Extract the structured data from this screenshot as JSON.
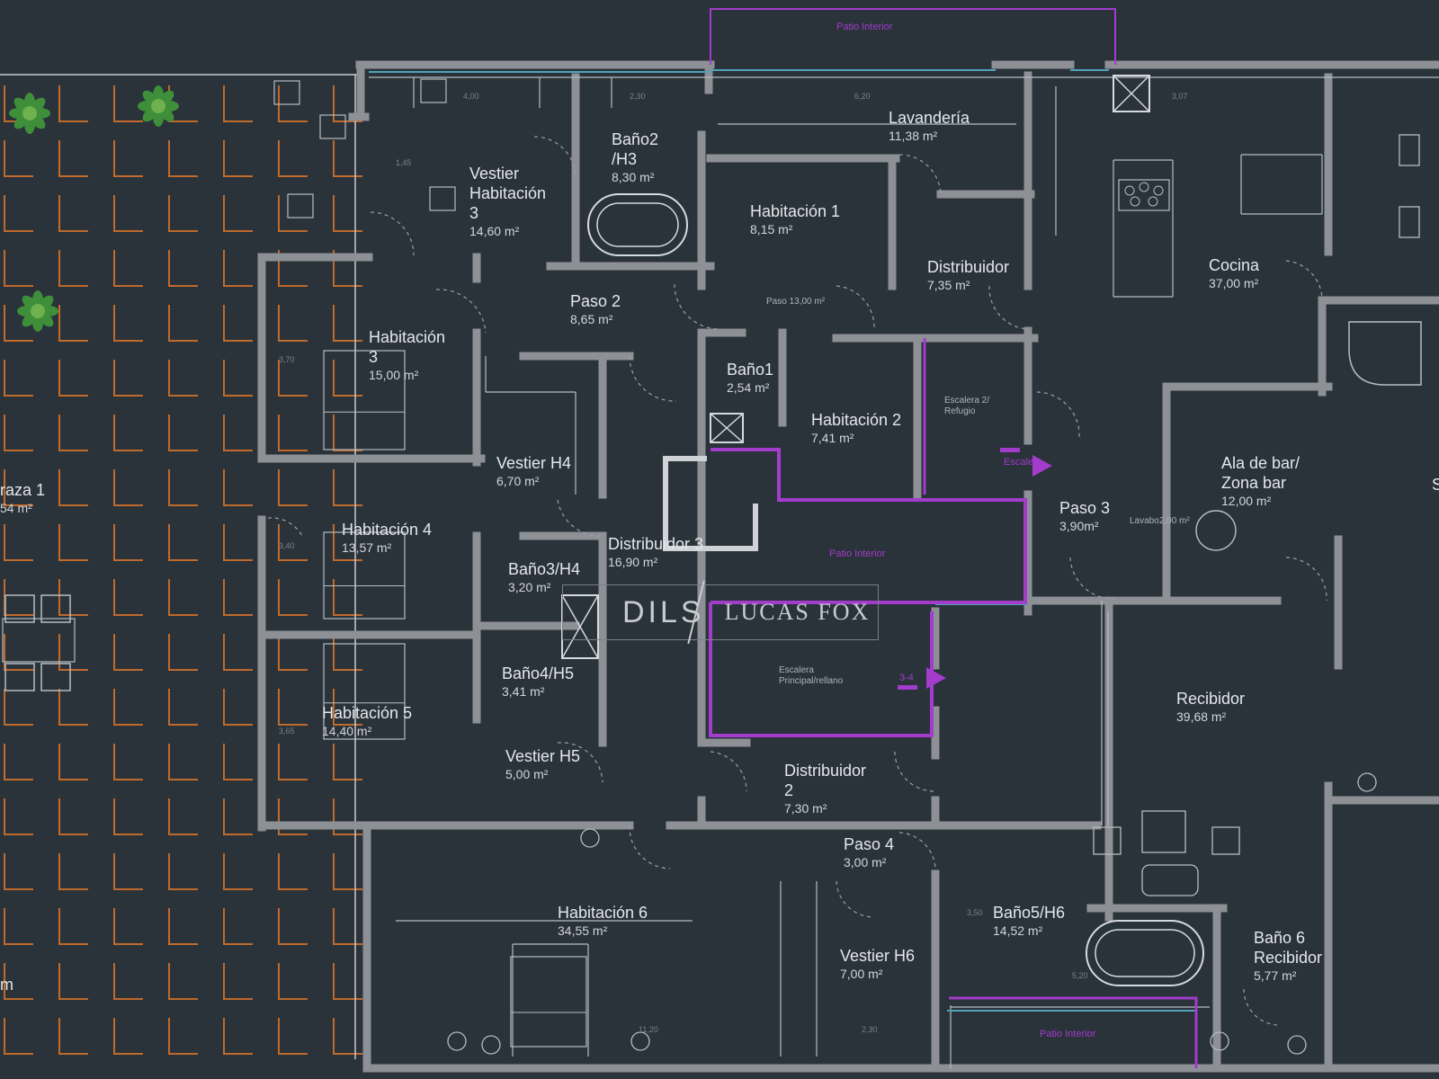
{
  "rooms": [
    {
      "id": "patio-top",
      "name": "Patio Interior",
      "area": "",
      "kind": "mag"
    },
    {
      "id": "lavanderia",
      "name": "Lavandería",
      "area": "11,38 m²"
    },
    {
      "id": "bano2",
      "name": "Baño2\n/H3",
      "area": "8,30 m²"
    },
    {
      "id": "vestier-hab3",
      "name": "Vestier\nHabitación\n3",
      "area": "14,60 m²"
    },
    {
      "id": "habitacion1",
      "name": "Habitación 1",
      "area": "8,15 m²"
    },
    {
      "id": "distribuidor1",
      "name": "Distribuidor",
      "area": "7,35 m²"
    },
    {
      "id": "cocina",
      "name": "Cocina",
      "area": "37,00 m²"
    },
    {
      "id": "paso2",
      "name": "Paso 2",
      "area": "8,65 m²"
    },
    {
      "id": "paso1",
      "name": "Paso 1",
      "area": "3,00 m²",
      "kind": "small"
    },
    {
      "id": "habitacion3",
      "name": "Habitación\n3",
      "area": "15,00 m²"
    },
    {
      "id": "bano1",
      "name": "Baño1",
      "area": "2,54 m²"
    },
    {
      "id": "habitacion2",
      "name": "Habitación 2",
      "area": "7,41 m²"
    },
    {
      "id": "escalera2",
      "name": "Escalera 2/\nRefugio",
      "area": "",
      "kind": "small"
    },
    {
      "id": "terraza1",
      "name": "raza 1",
      "area": "54 m²"
    },
    {
      "id": "vestier-h4",
      "name": "Vestier H4",
      "area": "6,70 m²"
    },
    {
      "id": "ala-bar",
      "name": "Ala de bar/\nZona bar",
      "area": "12,00 m²"
    },
    {
      "id": "paso3",
      "name": "Paso 3",
      "area": "3,90m²"
    },
    {
      "id": "lavabo",
      "name": "Lavabo",
      "area": "2,00 m²",
      "kind": "small"
    },
    {
      "id": "habitacion4",
      "name": "Habitación 4",
      "area": "13,57 m²"
    },
    {
      "id": "distribuidor3",
      "name": "Distribuidor 3",
      "area": "16,90 m²"
    },
    {
      "id": "patio-mid",
      "name": "Patio Interior",
      "area": "",
      "kind": "mag"
    },
    {
      "id": "bano3",
      "name": "Baño3/H4",
      "area": "3,20 m²"
    },
    {
      "id": "bano4",
      "name": "Baño4/H5",
      "area": "3,41 m²"
    },
    {
      "id": "escalera-principal",
      "name": "Escalera\nPrincipal/rellano",
      "area": "",
      "kind": "small"
    },
    {
      "id": "recibidor",
      "name": "Recibidor",
      "area": "39,68 m²"
    },
    {
      "id": "habitacion5",
      "name": "Habitación 5",
      "area": "14,40 m²"
    },
    {
      "id": "vestier-h5",
      "name": "Vestier H5",
      "area": "5,00 m²"
    },
    {
      "id": "distribuidor2",
      "name": "Distribuidor\n2",
      "area": "7,30 m²"
    },
    {
      "id": "paso4",
      "name": "Paso 4",
      "area": "3,00 m²"
    },
    {
      "id": "habitacion6",
      "name": "Habitación 6",
      "area": "34,55 m²"
    },
    {
      "id": "bano5",
      "name": "Baño5/H6",
      "area": "14,52 m²"
    },
    {
      "id": "vestier-h6",
      "name": "Vestier H6",
      "area": "7,00 m²"
    },
    {
      "id": "bano6",
      "name": "Baño 6\nRecibidor",
      "area": "5,77 m²"
    },
    {
      "id": "patio-bottom",
      "name": "Patio Interior",
      "area": "",
      "kind": "mag"
    },
    {
      "id": "edge-s",
      "name": "S",
      "area": ""
    },
    {
      "id": "edge-m",
      "name": "m",
      "area": ""
    }
  ],
  "dimensions": [
    "4,00",
    "2,30",
    "6,20",
    "3,07",
    "3,70",
    "3,40",
    "3,65",
    "11,20",
    "2,30",
    "1,45",
    "3,50",
    "5,20"
  ],
  "stair_labels": [
    "Escalera",
    "3-4"
  ],
  "watermark": {
    "left": "DILS",
    "right": "LUCAS FOX"
  },
  "colors": {
    "background": "#2a323a",
    "wall": "#8d9095",
    "line": "#b6bcc2",
    "accent": "#a33ccc",
    "tile": "#c06a2b",
    "plant": "#3f8f3a",
    "label": "#e4e8ec"
  }
}
